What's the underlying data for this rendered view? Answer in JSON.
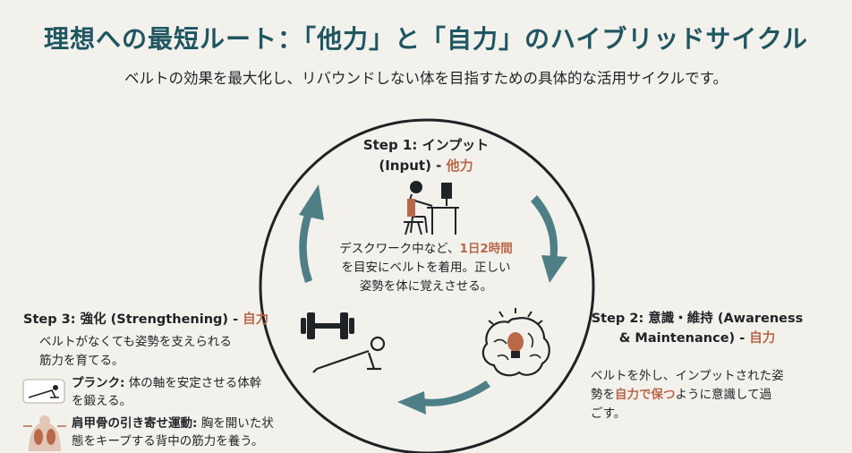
{
  "title": "理想への最短ルート：「他力」と「自力」のハイブリッドサイクル",
  "subtitle": "ベルトの効果を最大化し、リバウンドしない体を目指すための具体的な活用サイクルです。",
  "step1": {
    "title_line1": "Step 1: インプット",
    "title_line2_prefix": "(Input) - ",
    "title_line2_accent": "他力",
    "desc_line1_prefix": "デスクワーク中など、",
    "desc_line1_accent": "1日2時間",
    "desc_line2": "を目安にベルトを着用。正しい",
    "desc_line3": "姿勢を体に覚えさせる。"
  },
  "step2": {
    "title_line1": "Step 2: 意識・維持 (Awareness",
    "title_line2_prefix": "& Maintenance) - ",
    "title_line2_accent": "自力",
    "desc_line1": "ベルトを外し、インプットされた姿",
    "desc_line2_prefix": "勢を",
    "desc_line2_accent": "自力で保つ",
    "desc_line2_suffix": "ように意識して過",
    "desc_line3": "ごす。"
  },
  "step3": {
    "title_prefix": "Step 3: 強化 (Strengthening) - ",
    "title_accent": "自力",
    "desc_line1": "ベルトがなくても姿勢を支えられる",
    "desc_line2": "筋力を育てる。",
    "items": [
      {
        "label": "プランク:",
        "text_line1": "体の軸を安定させる体幹",
        "text_line2": "を鍛える。"
      },
      {
        "label": "肩甲骨の引き寄せ運動:",
        "text_line1": "胸を開いた状",
        "text_line2": "態をキープする背中の筋力を養う。"
      }
    ]
  },
  "colors": {
    "title": "#1f5661",
    "accent": "#b8694a",
    "arrow": "#4e7f86",
    "circle": "#1f2326",
    "background": "#f3f1ec"
  },
  "icons": [
    "desk-worker-icon",
    "brain-lightbulb-icon",
    "dumbbell-icon",
    "plank-person-icon",
    "plank-mini-icon",
    "shoulder-blade-icon"
  ]
}
